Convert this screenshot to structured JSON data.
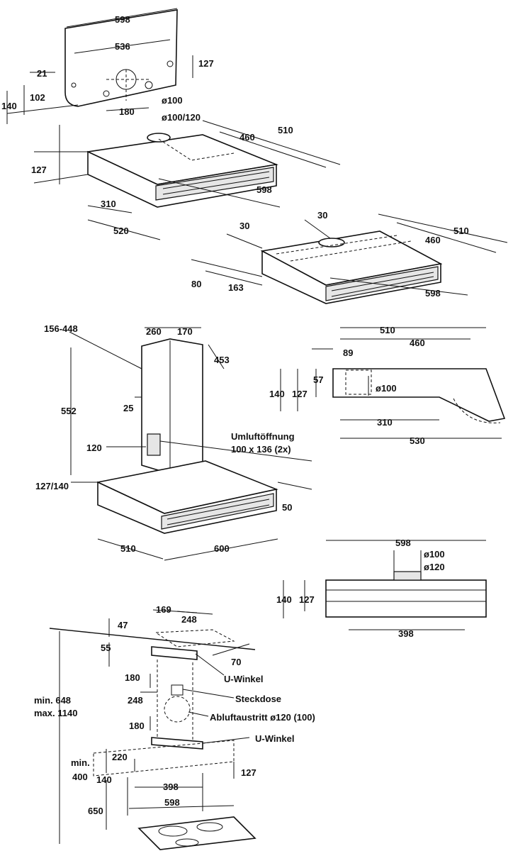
{
  "panels": [
    {
      "id": "wall-bracket-top",
      "labels": [
        "598",
        "536",
        "21",
        "102",
        "140",
        "127",
        "180",
        "ø100",
        "ø100/120"
      ]
    },
    {
      "id": "hood-standard",
      "labels": [
        "510",
        "460",
        "127",
        "598",
        "310",
        "520"
      ]
    },
    {
      "id": "hood-recirc-side",
      "labels": [
        "30",
        "30",
        "460",
        "510",
        "80",
        "163",
        "598"
      ]
    },
    {
      "id": "chimney-hood",
      "labels": [
        "156-448",
        "260",
        "170",
        "453",
        "552",
        "25",
        "120",
        "127/140",
        "510",
        "600",
        "50"
      ],
      "note_lines": [
        "Umluftöffnung",
        "100 x 136 (2x)"
      ]
    },
    {
      "id": "side-section",
      "labels": [
        "510",
        "460",
        "89",
        "57",
        "140",
        "127",
        "ø100",
        "310",
        "530"
      ]
    },
    {
      "id": "front-view",
      "labels": [
        "598",
        "ø100",
        "ø120",
        "140",
        "127",
        "398"
      ]
    },
    {
      "id": "installation",
      "labels": [
        "169",
        "248",
        "47",
        "55",
        "70",
        "180",
        "248",
        "180",
        "min. 648",
        "max. 1140",
        "min.",
        "220",
        "400",
        "140",
        "127",
        "398",
        "650",
        "598"
      ],
      "callouts": [
        "U-Winkel",
        "Steckdose",
        "Abluftaustritt ø120 (100)",
        "U-Winkel"
      ]
    }
  ]
}
